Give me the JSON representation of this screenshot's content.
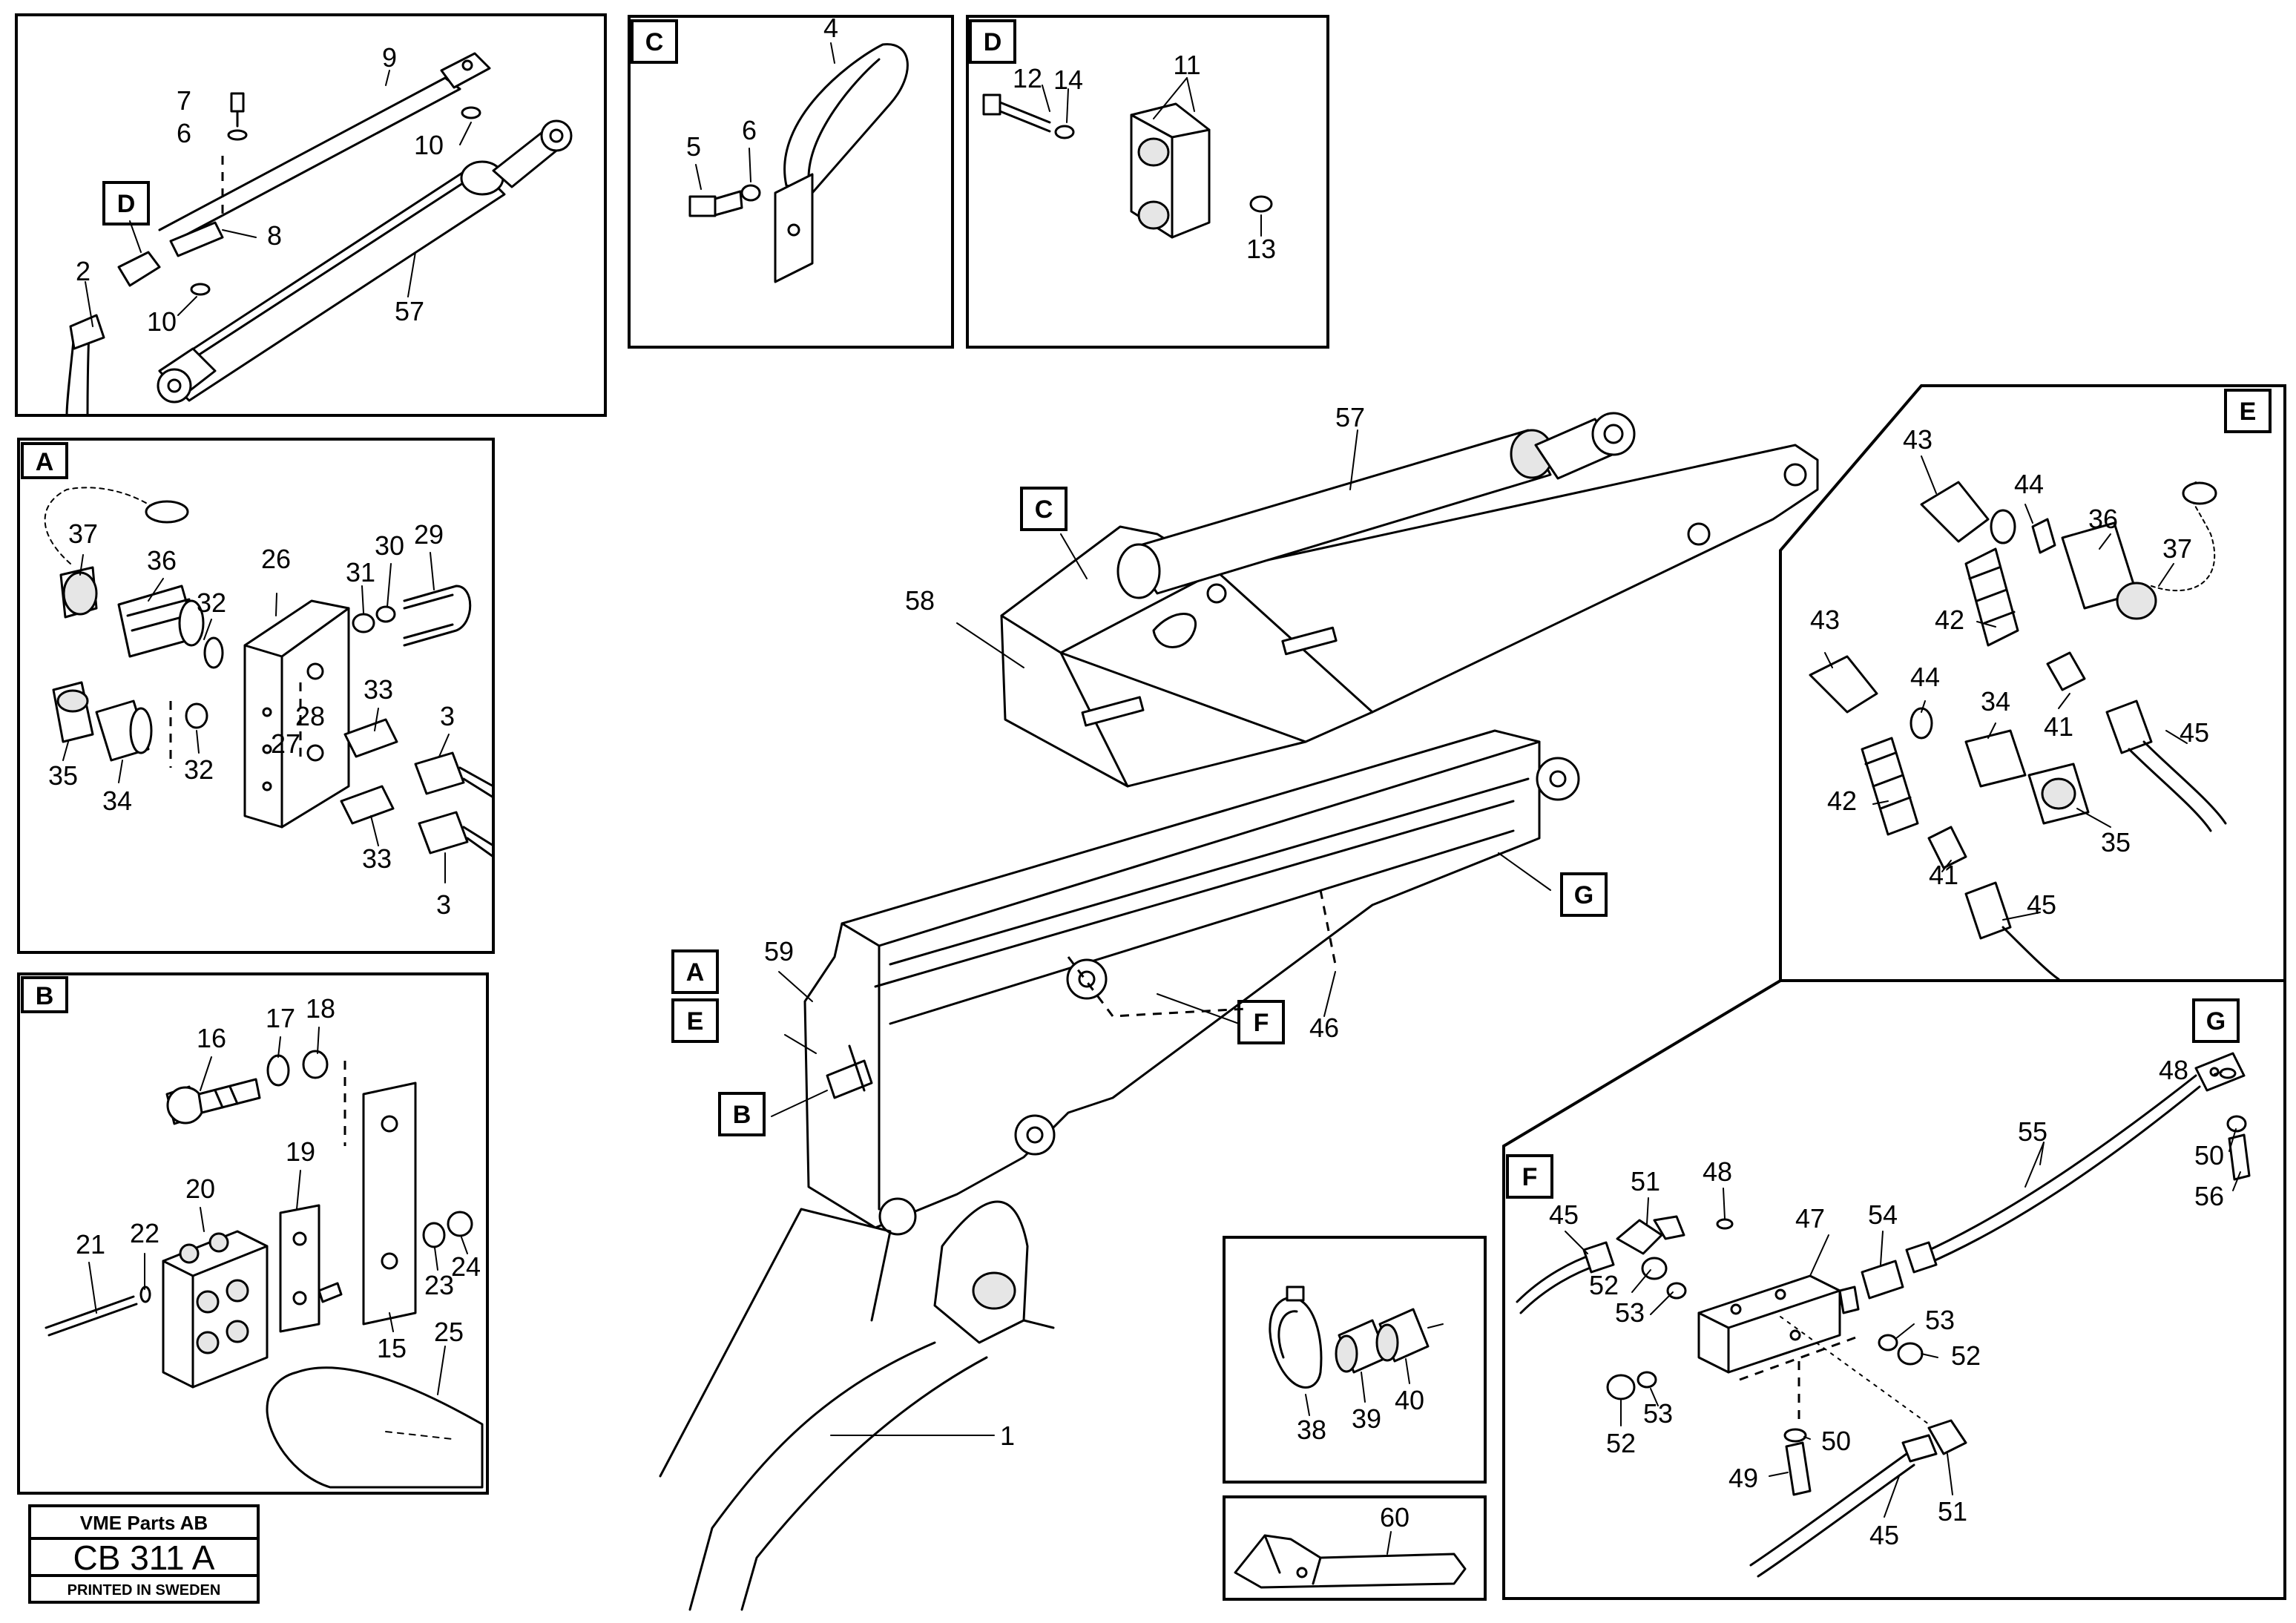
{
  "panel_labels": {
    "A": "A",
    "B": "B",
    "C": "C",
    "D": "D",
    "E": "E",
    "F": "F",
    "G": "G"
  },
  "callouts": {
    "top_left": [
      "9",
      "7",
      "6",
      "10",
      "D",
      "8",
      "2",
      "10",
      "57"
    ],
    "panel_C": [
      "4",
      "5",
      "6"
    ],
    "panel_D": [
      "12",
      "14",
      "11",
      "13"
    ],
    "panel_A": [
      "37",
      "36",
      "26",
      "31",
      "30",
      "29",
      "32",
      "33",
      "28",
      "27",
      "3",
      "35",
      "34",
      "32",
      "33",
      "3"
    ],
    "panel_B": [
      "16",
      "17",
      "18",
      "19",
      "20",
      "21",
      "22",
      "15",
      "23",
      "24",
      "25"
    ],
    "main": [
      "57",
      "C",
      "58",
      "G",
      "A",
      "59",
      "E",
      "B",
      "F",
      "46",
      "1"
    ],
    "panel_E": [
      "43",
      "44",
      "36",
      "37",
      "42",
      "43",
      "44",
      "34",
      "41",
      "45",
      "42",
      "35",
      "41",
      "45"
    ],
    "panel_F": [
      "G",
      "48",
      "55",
      "50",
      "56",
      "F",
      "45",
      "51",
      "48",
      "47",
      "54",
      "52",
      "53",
      "53",
      "52",
      "52",
      "53",
      "50",
      "49",
      "51",
      "45"
    ],
    "inset_38_40": [
      "38",
      "39",
      "40"
    ],
    "inset_60": [
      "60"
    ]
  },
  "title_block": {
    "company": "VME Parts AB",
    "code": "CB 311 A",
    "printed": "PRINTED IN SWEDEN"
  }
}
